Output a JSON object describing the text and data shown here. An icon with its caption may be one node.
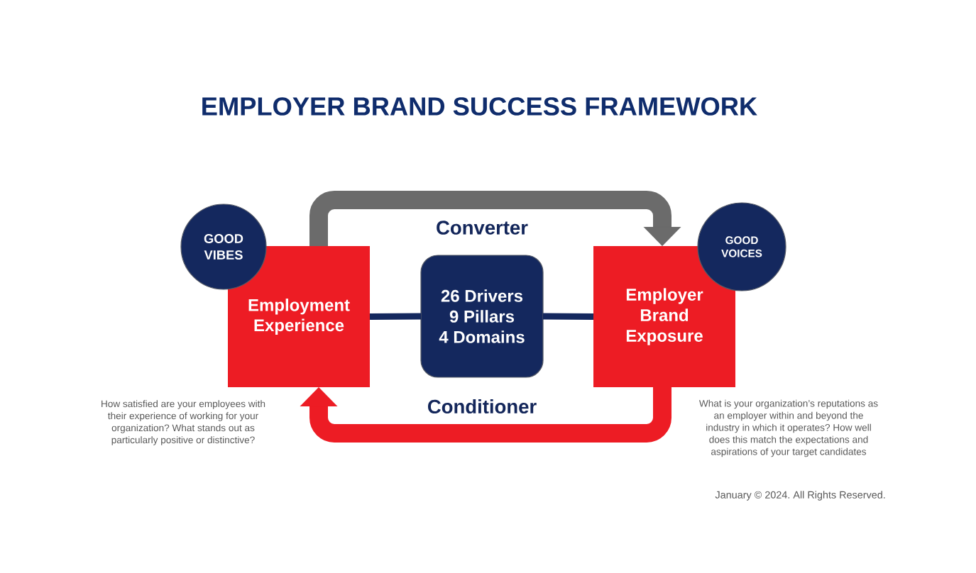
{
  "diagram": {
    "title": "EMPLOYER BRAND SUCCESS FRAMEWORK",
    "nodes": [
      {
        "text": [
          "GOOD VIBES"
        ]
      },
      {
        "text": [
          "Employment Experience"
        ],
        "beside": [
          "How satisfied are your employees with their experience of working for your organization? What stands out as particularly positive or distinctive?"
        ]
      },
      {
        "text": [
          "26 Drivers",
          "9 Pillars",
          "4 Domains"
        ]
      },
      {
        "text": [
          "Employer Brand Exposure"
        ],
        "beside": [
          "What is your organization’s reputations as an employer within and beyond the industry in which it operates? How well does this match the expectations and aspirations of your target candidates"
        ]
      },
      {
        "text": [
          "GOOD VOICES"
        ]
      }
    ],
    "edges": [
      {
        "from": 1,
        "to": 3,
        "arrow": "to",
        "label": "Converter",
        "style": "thick",
        "color": "#6b6b6b"
      },
      {
        "from": 3,
        "to": 1,
        "arrow": "to",
        "label": "Conditioner",
        "style": "thick",
        "color": "#ed1c24"
      },
      {
        "from": 1,
        "to": 2,
        "arrow": "none",
        "color": "#14285e"
      },
      {
        "from": 2,
        "to": 3,
        "arrow": "none",
        "color": "#14285e"
      }
    ],
    "labels": [
      "January © 2024. All Rights Reserved."
    ]
  }
}
